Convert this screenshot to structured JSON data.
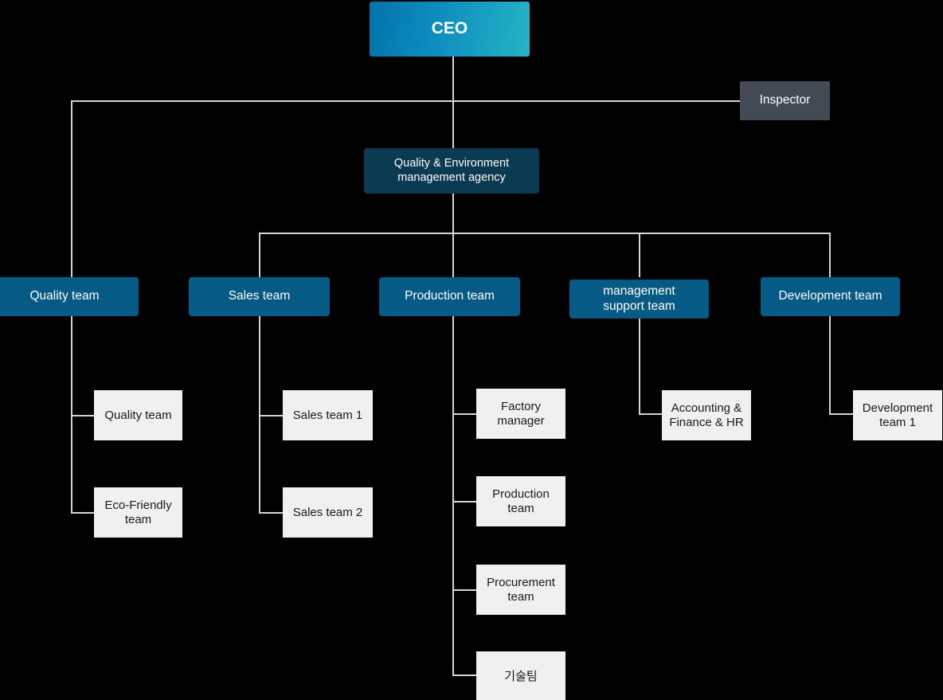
{
  "diagram": {
    "title": "Organization Chart",
    "background_color": "#000000",
    "line_color": "#d4d4d4",
    "colors": {
      "ceo_gradient_start": "#0273ab",
      "ceo_gradient_end": "#25b4c4",
      "staff_box": "#434a54",
      "agency_box": "#0b3a53",
      "division_box": "#065a86",
      "leaf_box": "#f0f0f0",
      "leaf_text": "#1a1a1a",
      "box_text": "#ffffff"
    }
  },
  "nodes": {
    "ceo": {
      "label": "CEO"
    },
    "inspector": {
      "label": "Inspector"
    },
    "agency": {
      "label": "Quality & Environment\nmanagement agency"
    },
    "quality_team": {
      "label": "Quality team"
    },
    "sales_team": {
      "label": "Sales team"
    },
    "production_team": {
      "label": "Production team"
    },
    "management_support_team": {
      "label": "management\nsupport team"
    },
    "development_team": {
      "label": "Development team"
    },
    "quality_team_leaf": {
      "label": "Quality team"
    },
    "eco_friendly_team": {
      "label": "Eco-Friendly\nteam"
    },
    "sales_team_1": {
      "label": "Sales team 1"
    },
    "sales_team_2": {
      "label": "Sales team 2"
    },
    "factory_manager": {
      "label": "Factory\nmanager"
    },
    "production_team_leaf": {
      "label": "Production\nteam"
    },
    "procurement_team": {
      "label": "Procurement\nteam"
    },
    "technical_team": {
      "label": "기술팀"
    },
    "accounting_finance_hr": {
      "label": "Accounting &\nFinance & HR"
    },
    "development_team_1": {
      "label": "Development\nteam 1"
    }
  }
}
